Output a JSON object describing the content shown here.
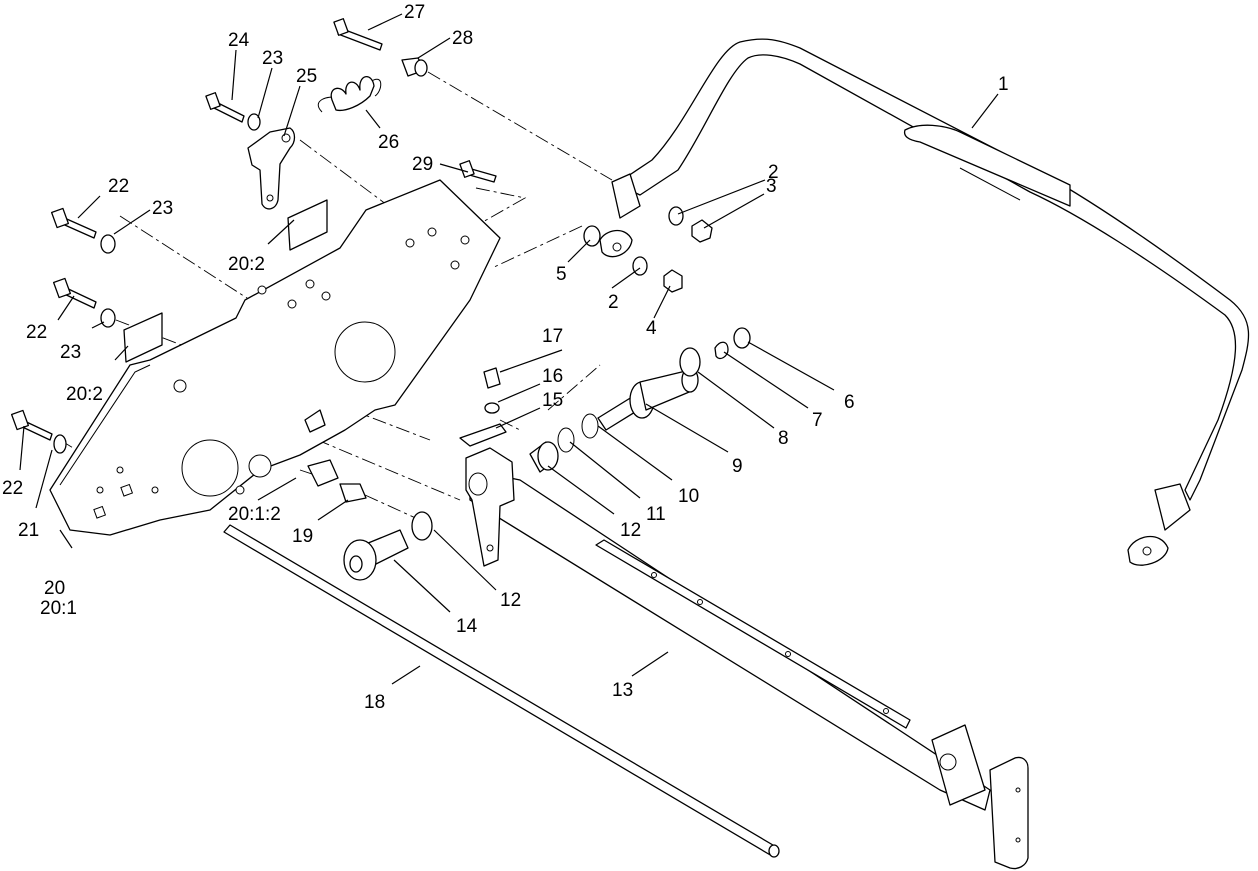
{
  "callouts": [
    {
      "id": "c1",
      "text": "1"
    },
    {
      "id": "c2a",
      "text": "2"
    },
    {
      "id": "c2b",
      "text": "2"
    },
    {
      "id": "c3",
      "text": "3"
    },
    {
      "id": "c4",
      "text": "4"
    },
    {
      "id": "c5",
      "text": "5"
    },
    {
      "id": "c6",
      "text": "6"
    },
    {
      "id": "c7",
      "text": "7"
    },
    {
      "id": "c8",
      "text": "8"
    },
    {
      "id": "c9",
      "text": "9"
    },
    {
      "id": "c10",
      "text": "10"
    },
    {
      "id": "c11",
      "text": "11"
    },
    {
      "id": "c12a",
      "text": "12"
    },
    {
      "id": "c12b",
      "text": "12"
    },
    {
      "id": "c13",
      "text": "13"
    },
    {
      "id": "c14",
      "text": "14"
    },
    {
      "id": "c15",
      "text": "15"
    },
    {
      "id": "c16",
      "text": "16"
    },
    {
      "id": "c17",
      "text": "17"
    },
    {
      "id": "c18",
      "text": "18"
    },
    {
      "id": "c19",
      "text": "19"
    },
    {
      "id": "c20",
      "text": "20"
    },
    {
      "id": "c20_1",
      "text": "20:1"
    },
    {
      "id": "c20_1_2",
      "text": "20:1:2"
    },
    {
      "id": "c20_2a",
      "text": "20:2"
    },
    {
      "id": "c20_2b",
      "text": "20:2"
    },
    {
      "id": "c21",
      "text": "21"
    },
    {
      "id": "c22a",
      "text": "22"
    },
    {
      "id": "c22b",
      "text": "22"
    },
    {
      "id": "c22c",
      "text": "22"
    },
    {
      "id": "c23a",
      "text": "23"
    },
    {
      "id": "c23b",
      "text": "23"
    },
    {
      "id": "c23c",
      "text": "23"
    },
    {
      "id": "c24",
      "text": "24"
    },
    {
      "id": "c25",
      "text": "25"
    },
    {
      "id": "c26",
      "text": "26"
    },
    {
      "id": "c27",
      "text": "27"
    },
    {
      "id": "c28",
      "text": "28"
    },
    {
      "id": "c29",
      "text": "29"
    }
  ]
}
